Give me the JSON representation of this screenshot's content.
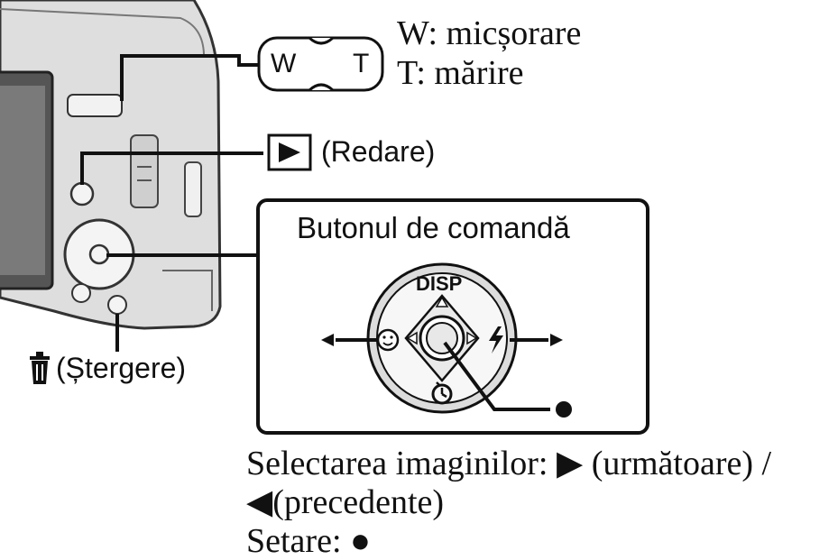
{
  "zoom": {
    "w_key": "W",
    "t_key": "T",
    "w_text": "W: micșorare",
    "t_text": "T: mărire"
  },
  "playback": {
    "label": "(Redare)",
    "icon": "play-icon"
  },
  "delete": {
    "label": "(Ștergere)",
    "icon": "trash-icon"
  },
  "control": {
    "title": "Butonul de comandă",
    "disp": "DISP",
    "icons": [
      "face-icon",
      "flash-icon",
      "self-timer-icon",
      "center-dot-icon"
    ]
  },
  "instructions": {
    "line1": "Selectarea imaginilor: ▶ (următoare) /",
    "line2": "◀(precedente)",
    "line3": "Setare: ●"
  },
  "colors": {
    "camera_body": "#d9d9d9",
    "screen": "#5a5a5a",
    "line": "#111111"
  }
}
